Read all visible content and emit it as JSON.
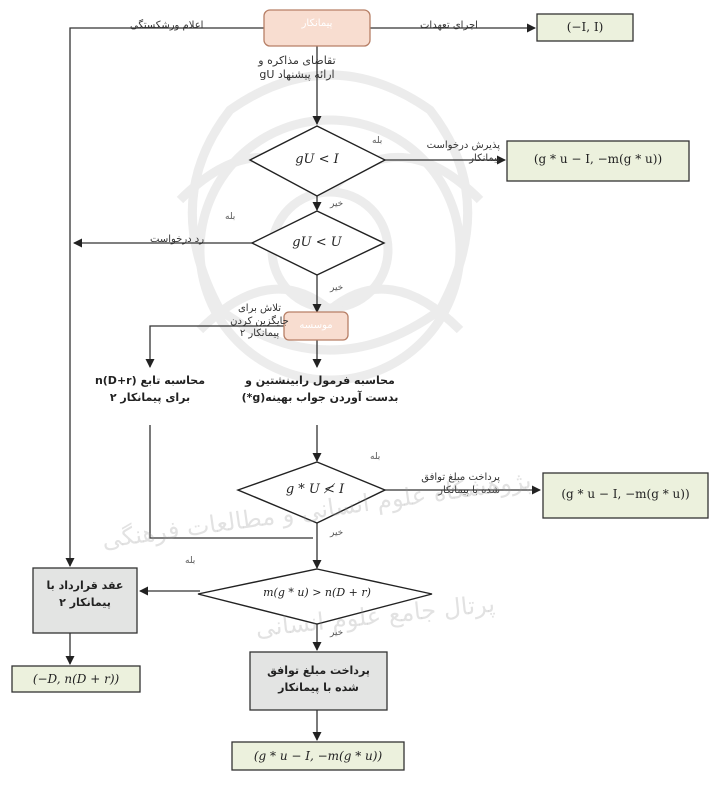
{
  "nodes": {
    "contractor_top": "پیمانکار",
    "employer": "موسسه",
    "compute_formula": "محاسبه فرمول رابینشتین و بدست آوردن جواب بهینه(g*)",
    "compute_function": "محاسبه تابع n(D+r) برای پیمانکار ۲",
    "contract_contractor2": "عقد قرارداد با پیمانکار ۲",
    "pay_agreed": "پرداخت مبلغ توافق شده با پیمانکار"
  },
  "decisions": {
    "d1": "gU < I",
    "d2": "gU < U",
    "d3": "g * U ≮ I",
    "d4": "m(g * u) > n(D + r)"
  },
  "outcomes": {
    "top_right": "(−I, I)",
    "o1": "(g * u − I, −m(g * u))",
    "o2": "(g * u − I, −m(g * u))",
    "left_bottom": "(−D, n(D + r))",
    "bottom": "(g * u − I, −m(g * u))"
  },
  "labels": {
    "default_announce": "اعلام ورشکستگی",
    "execute_commitments": "اجرای تعهدات",
    "request_negotiation": "تقاضای مذاکره و ارائه پیشنهاد gU",
    "accept_request": "پذیرش درخواست پیمانکار",
    "reject_request": "رد درخواست",
    "attempt_replace": "تلاش برای جایگزین کردن پیمانکار ۲",
    "pay_agreed_side": "پرداخت مبلغ توافق شده با پیمانکار",
    "yes": "بله",
    "no": "خیر"
  },
  "watermark": {
    "line1": "پژوهشگاه علوم انسانی و مطالعات فرهنگی",
    "line2": "پرتال جامع علوم انسانی"
  },
  "colors": {
    "rounded_fill": "#f8ddd0",
    "rounded_stroke": "#b77f66",
    "box_fill": "#e3e4e3",
    "out_fill": "#ecf1dd",
    "stroke": "#333333"
  }
}
